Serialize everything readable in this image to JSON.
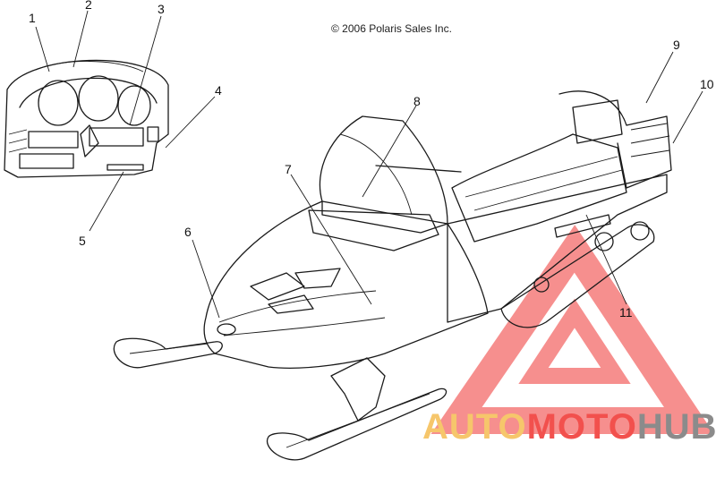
{
  "copyright": "© 2006 Polaris Sales Inc.",
  "callouts": [
    "1",
    "2",
    "3",
    "4",
    "5",
    "6",
    "7",
    "8",
    "9",
    "10",
    "11"
  ],
  "watermark": {
    "part1": "AUTO",
    "part2": "MOTO",
    "part3": "HUB",
    "color_red": "#f2504d",
    "color_yellow": "#f6c66b",
    "color_gray": "#8b8b8b"
  }
}
